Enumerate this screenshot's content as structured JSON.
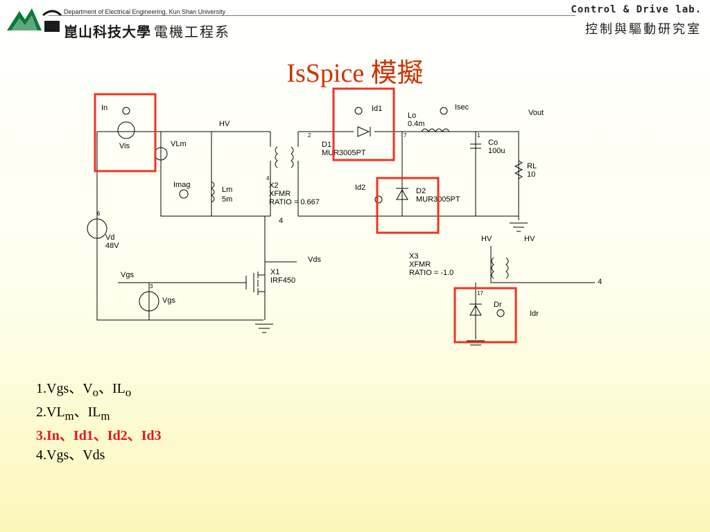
{
  "header": {
    "department_en": "Department of Electrical Engineering, Kun Shan University",
    "university_cn": "崑山科技大學",
    "department_cn": "電機工程系",
    "lab_en": "Control & Drive lab.",
    "lab_cn": "控制與驅動研究室"
  },
  "title": "IsSpice 模擬",
  "circuit": {
    "in": "In",
    "vis": "Vis",
    "vlm": "VLm",
    "imag": "Imag",
    "lm": "Lm",
    "lm_val": "5m",
    "vd": "Vd",
    "vd_val": "48V",
    "hv": "HV",
    "vgs_label": "Vgs",
    "vgs_src": "Vgs",
    "x2": "X2",
    "x2_type": "XFMR",
    "x2_ratio": "RATIO = 0.667",
    "x1": "X1",
    "x1_type": "IRF450",
    "vds": "Vds",
    "id1": "Id1",
    "d1": "D1",
    "d1_type": "MUR3005PT",
    "id2": "Id2",
    "d2": "D2",
    "d2_type": "MUR3005PT",
    "lo": "Lo",
    "lo_val": "0.4m",
    "isec": "Isec",
    "vout": "Vout",
    "co": "Co",
    "co_val": "100u",
    "rl": "RL",
    "rl_val": "10",
    "x3": "X3",
    "x3_type": "XFMR",
    "x3_ratio": "RATIO = -1.0",
    "hv2a": "HV",
    "hv2b": "HV",
    "dr": "Dr",
    "idr": "Idr",
    "n6": "6",
    "n3": "3",
    "n4": "4",
    "n4b": "4",
    "n4c": "4",
    "n2": "2",
    "n7": "7",
    "n1": "1",
    "n17": "17"
  },
  "list": {
    "i1_a": "1.Vgs、V",
    "i1_b": "o",
    "i1_c": "、IL",
    "i1_d": "o",
    "i2_a": "2.VL",
    "i2_b": "m",
    "i2_c": "、IL",
    "i2_d": "m",
    "i3": "3.In、Id1、Id2、Id3",
    "i4": "4.Vgs、Vds"
  },
  "colors": {
    "title": "#cc3300",
    "highlight_box": "#ee3322",
    "highlight_text": "#e8141a"
  }
}
